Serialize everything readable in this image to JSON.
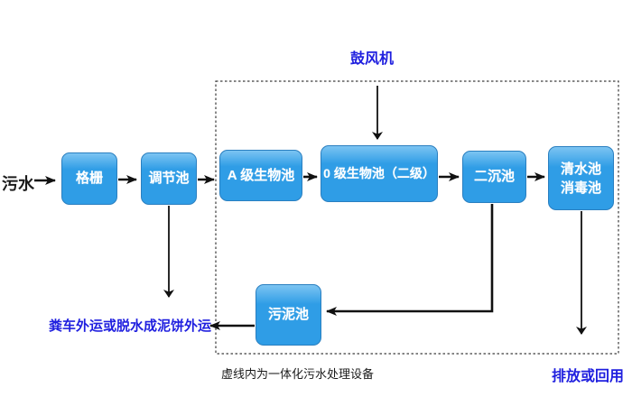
{
  "colors": {
    "node_fill": "#2f9de6",
    "node_fill_top": "#7cc4f2",
    "node_border": "#2a7fc0",
    "node_text": "#ffffff",
    "highlight_text": "#1f1fdf",
    "body_text": "#1b1b1b",
    "arrow": "#111111",
    "boundary": "#3c3c3c",
    "background": "#ffffff"
  },
  "diagram": {
    "inflow_label": "污水",
    "nodes": {
      "grille": "格栅",
      "regulating_tank": "调节池",
      "a_bio_tank": "A 级生物池",
      "o_bio_tank": "0 级生物池（二级）",
      "secondary_sedimentation": "二沉池",
      "clear_water_line1": "清水池",
      "clear_water_line2": "消毒池",
      "sludge_tank": "污泥池"
    },
    "labels": {
      "blower": "鼓风机",
      "sludge_disposal": "粪车外运或脱水成泥饼外运",
      "discharge": "排放或回用",
      "boundary_caption": "虚线内为一体化污水处理设备"
    }
  }
}
